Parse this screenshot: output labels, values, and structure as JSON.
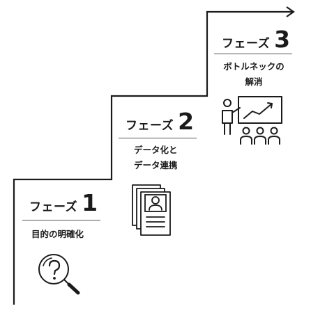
{
  "colors": {
    "ink": "#1a1a1a",
    "divider": "#555555",
    "background": "#ffffff"
  },
  "phases": [
    {
      "word": "フェーズ",
      "number": "1",
      "lines": [
        "目的の明確化"
      ],
      "icon": "magnifier-question-icon"
    },
    {
      "word": "フェーズ",
      "number": "2",
      "lines": [
        "データ化と",
        "データ連携"
      ],
      "icon": "documents-profile-icon"
    },
    {
      "word": "フェーズ",
      "number": "3",
      "lines": [
        "ボトルネックの",
        "解消"
      ],
      "icon": "presentation-audience-icon"
    }
  ]
}
